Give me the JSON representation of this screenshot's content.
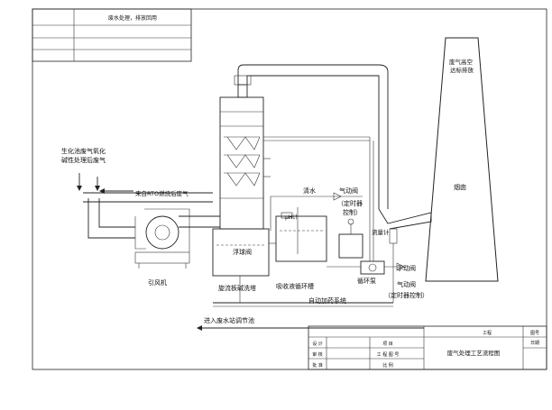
{
  "header_note": "废水处理，排放回用",
  "labels": {
    "source_gas": "生化池废气氧化\n碱性处理后废气",
    "rto_gas": "来自RTO燃烧后废气",
    "fan": "引风机",
    "float_valve": "浮球阀",
    "scrubber": "旋流板碱洗塔",
    "absorb_tank": "吸收液循环槽",
    "ph_meter": "pH计",
    "tap_water": "清水",
    "pneumatic_valve_top": "气动阀",
    "timer_control_top": "（定时器\n控制）",
    "flowmeter": "流量计",
    "manual_valve": "手动阀",
    "circ_pump": "循环泵",
    "pneumatic_valve_bottom": "气动阀",
    "timer_control_bottom": "（定时器控制）",
    "auto_dosing": "自动加药系统",
    "to_wwtp": "进入废水站调节池",
    "high_discharge": "废气高空\n达标排放",
    "chimney": "烟囱"
  },
  "title_block": {
    "drawing_title": "废气处理工艺流程图",
    "row_labels": [
      "设 计",
      "审 核",
      "批 准"
    ],
    "cells": [
      "项 目",
      "工 程 图 号",
      "比 例"
    ],
    "scale_note": "工程",
    "right_labels": [
      "图号",
      "日期"
    ]
  }
}
